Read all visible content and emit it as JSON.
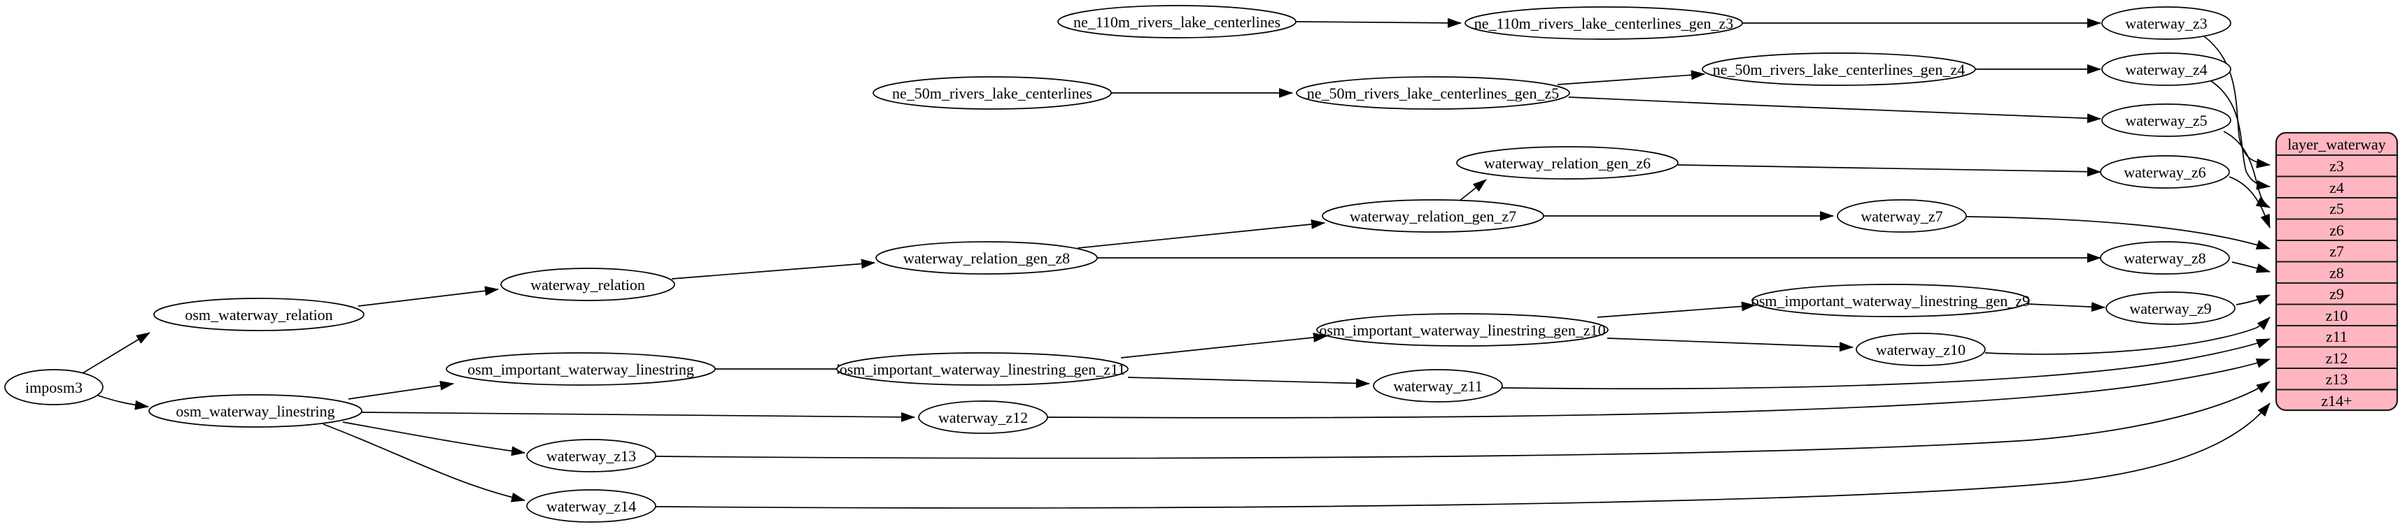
{
  "diagram": {
    "kind": "dependency-graph",
    "background_color": "#ffffff",
    "node_fill": "#ffffff",
    "node_stroke": "#000000",
    "edge_color": "#000000",
    "nodes": [
      {
        "id": "ne_110m_rivers_lake_centerlines",
        "label": "ne_110m_rivers_lake_centerlines"
      },
      {
        "id": "ne_110m_rivers_lake_centerlines_gen_z3",
        "label": "ne_110m_rivers_lake_centerlines_gen_z3"
      },
      {
        "id": "waterway_z3",
        "label": "waterway_z3"
      },
      {
        "id": "ne_50m_rivers_lake_centerlines_gen_z4",
        "label": "ne_50m_rivers_lake_centerlines_gen_z4"
      },
      {
        "id": "waterway_z4",
        "label": "waterway_z4"
      },
      {
        "id": "ne_50m_rivers_lake_centerlines",
        "label": "ne_50m_rivers_lake_centerlines"
      },
      {
        "id": "ne_50m_rivers_lake_centerlines_gen_z5",
        "label": "ne_50m_rivers_lake_centerlines_gen_z5"
      },
      {
        "id": "waterway_z5",
        "label": "waterway_z5"
      },
      {
        "id": "waterway_relation_gen_z6",
        "label": "waterway_relation_gen_z6"
      },
      {
        "id": "waterway_z6",
        "label": "waterway_z6"
      },
      {
        "id": "waterway_relation_gen_z7",
        "label": "waterway_relation_gen_z7"
      },
      {
        "id": "waterway_z7",
        "label": "waterway_z7"
      },
      {
        "id": "waterway_relation_gen_z8",
        "label": "waterway_relation_gen_z8"
      },
      {
        "id": "waterway_z8",
        "label": "waterway_z8"
      },
      {
        "id": "waterway_relation",
        "label": "waterway_relation"
      },
      {
        "id": "osm_waterway_relation",
        "label": "osm_waterway_relation"
      },
      {
        "id": "osm_important_waterway_linestring_gen_z9",
        "label": "osm_important_waterway_linestring_gen_z9"
      },
      {
        "id": "waterway_z9",
        "label": "waterway_z9"
      },
      {
        "id": "osm_important_waterway_linestring_gen_z10",
        "label": "osm_important_waterway_linestring_gen_z10"
      },
      {
        "id": "waterway_z10",
        "label": "waterway_z10"
      },
      {
        "id": "osm_important_waterway_linestring",
        "label": "osm_important_waterway_linestring"
      },
      {
        "id": "osm_important_waterway_linestring_gen_z11",
        "label": "osm_important_waterway_linestring_gen_z11"
      },
      {
        "id": "waterway_z11",
        "label": "waterway_z11"
      },
      {
        "id": "imposm3",
        "label": "imposm3"
      },
      {
        "id": "osm_waterway_linestring",
        "label": "osm_waterway_linestring"
      },
      {
        "id": "waterway_z12",
        "label": "waterway_z12"
      },
      {
        "id": "waterway_z13",
        "label": "waterway_z13"
      },
      {
        "id": "waterway_z14",
        "label": "waterway_z14"
      }
    ],
    "table": {
      "title": "layer_waterway",
      "fill": "#ffb6c1",
      "stroke": "#1a1a1a",
      "rows": [
        "z3",
        "z4",
        "z5",
        "z6",
        "z7",
        "z8",
        "z9",
        "z10",
        "z11",
        "z12",
        "z13",
        "z14+"
      ]
    },
    "edges": [
      {
        "from": "imposm3",
        "to": "osm_waterway_relation"
      },
      {
        "from": "imposm3",
        "to": "osm_waterway_linestring"
      },
      {
        "from": "osm_waterway_relation",
        "to": "waterway_relation"
      },
      {
        "from": "waterway_relation",
        "to": "waterway_relation_gen_z8"
      },
      {
        "from": "waterway_relation_gen_z8",
        "to": "waterway_relation_gen_z7"
      },
      {
        "from": "waterway_relation_gen_z8",
        "to": "waterway_z8"
      },
      {
        "from": "waterway_relation_gen_z7",
        "to": "waterway_relation_gen_z6"
      },
      {
        "from": "waterway_relation_gen_z7",
        "to": "waterway_z7"
      },
      {
        "from": "waterway_relation_gen_z6",
        "to": "waterway_z6"
      },
      {
        "from": "ne_110m_rivers_lake_centerlines",
        "to": "ne_110m_rivers_lake_centerlines_gen_z3"
      },
      {
        "from": "ne_110m_rivers_lake_centerlines_gen_z3",
        "to": "waterway_z3"
      },
      {
        "from": "ne_50m_rivers_lake_centerlines",
        "to": "ne_50m_rivers_lake_centerlines_gen_z5"
      },
      {
        "from": "ne_50m_rivers_lake_centerlines_gen_z5",
        "to": "ne_50m_rivers_lake_centerlines_gen_z4"
      },
      {
        "from": "ne_50m_rivers_lake_centerlines_gen_z5",
        "to": "waterway_z5"
      },
      {
        "from": "ne_50m_rivers_lake_centerlines_gen_z4",
        "to": "waterway_z4"
      },
      {
        "from": "osm_waterway_linestring",
        "to": "osm_important_waterway_linestring"
      },
      {
        "from": "osm_waterway_linestring",
        "to": "waterway_z12"
      },
      {
        "from": "osm_waterway_linestring",
        "to": "waterway_z13"
      },
      {
        "from": "osm_waterway_linestring",
        "to": "waterway_z14"
      },
      {
        "from": "osm_important_waterway_linestring",
        "to": "osm_important_waterway_linestring_gen_z11"
      },
      {
        "from": "osm_important_waterway_linestring_gen_z11",
        "to": "osm_important_waterway_linestring_gen_z10"
      },
      {
        "from": "osm_important_waterway_linestring_gen_z11",
        "to": "waterway_z11"
      },
      {
        "from": "osm_important_waterway_linestring_gen_z10",
        "to": "osm_important_waterway_linestring_gen_z9"
      },
      {
        "from": "osm_important_waterway_linestring_gen_z10",
        "to": "waterway_z10"
      },
      {
        "from": "osm_important_waterway_linestring_gen_z9",
        "to": "waterway_z9"
      },
      {
        "from": "waterway_z3",
        "to": "layer_waterway.z3"
      },
      {
        "from": "waterway_z4",
        "to": "layer_waterway.z4"
      },
      {
        "from": "waterway_z5",
        "to": "layer_waterway.z5"
      },
      {
        "from": "waterway_z6",
        "to": "layer_waterway.z6"
      },
      {
        "from": "waterway_z7",
        "to": "layer_waterway.z7"
      },
      {
        "from": "waterway_z8",
        "to": "layer_waterway.z8"
      },
      {
        "from": "waterway_z9",
        "to": "layer_waterway.z9"
      },
      {
        "from": "waterway_z10",
        "to": "layer_waterway.z10"
      },
      {
        "from": "waterway_z11",
        "to": "layer_waterway.z11"
      },
      {
        "from": "waterway_z12",
        "to": "layer_waterway.z12"
      },
      {
        "from": "waterway_z13",
        "to": "layer_waterway.z13"
      },
      {
        "from": "waterway_z14",
        "to": "layer_waterway.z14+"
      }
    ]
  }
}
